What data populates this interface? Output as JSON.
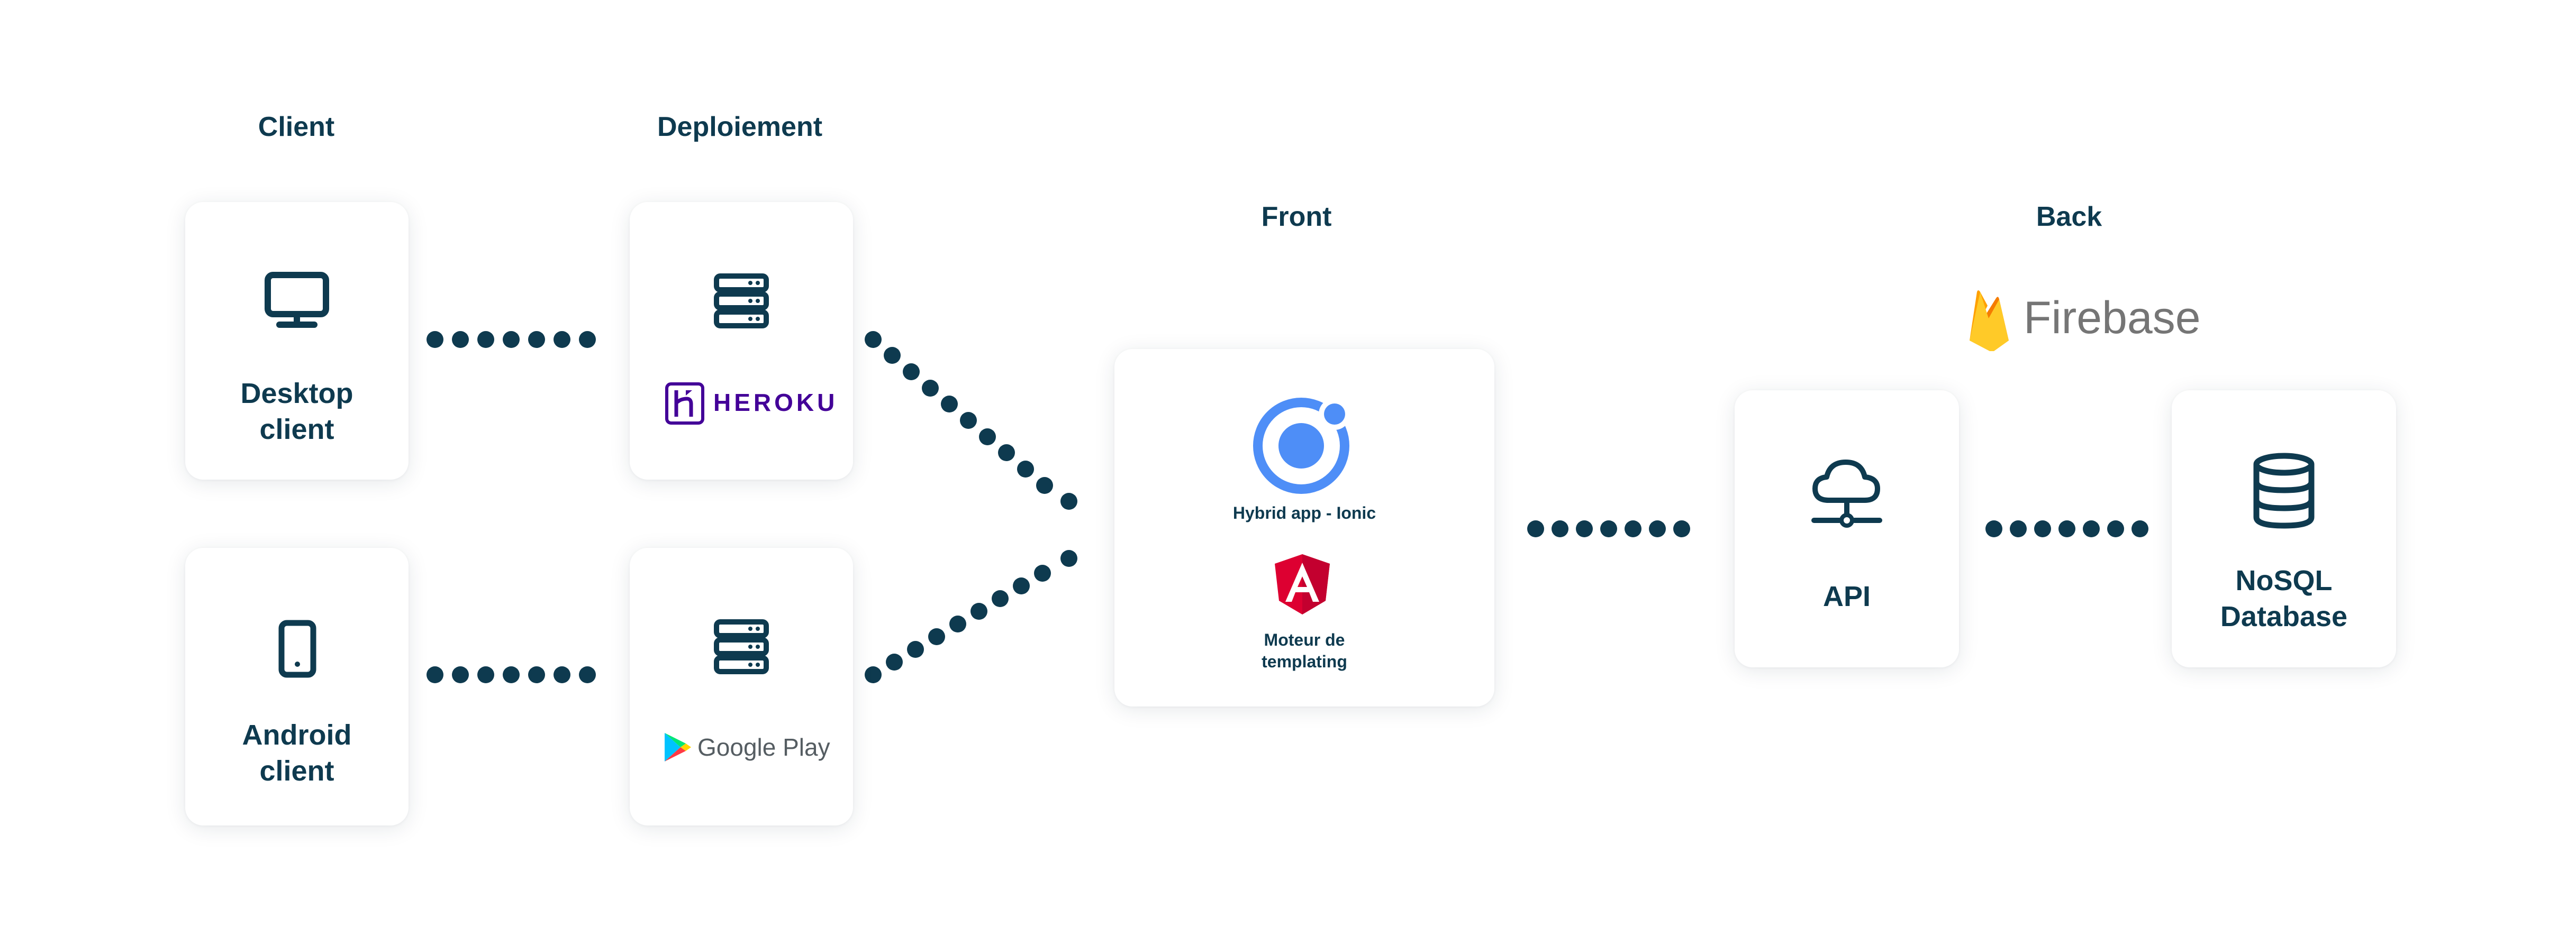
{
  "columns": {
    "client": "Client",
    "deploiement": "Deploiement",
    "front": "Front",
    "back": "Back"
  },
  "nodes": {
    "desktop_client": "Desktop\nclient",
    "android_client": "Android\nclient",
    "heroku": "HEROKU",
    "google_play": "Google Play",
    "hybrid_app": "Hybrid app - Ionic",
    "templating": "Moteur de\ntemplating",
    "api": "API",
    "nosql_database": "NoSQL\nDatabase",
    "firebase": "Firebase"
  },
  "colors": {
    "text": "#0e3a4f",
    "heroku": "#430098",
    "ionic": "#4e8ef7",
    "angular": "#dd0031",
    "firebase_text": "#757575"
  },
  "icons": {
    "desktop": "monitor-icon",
    "android": "smartphone-icon",
    "heroku_server": "server-icon",
    "google_play_server": "server-icon",
    "ionic": "ionic-logo",
    "angular": "angular-logo",
    "api": "cloud-network-icon",
    "database": "database-icon",
    "firebase": "firebase-flame-logo",
    "heroku": "heroku-logo",
    "google_play": "google-play-logo"
  }
}
